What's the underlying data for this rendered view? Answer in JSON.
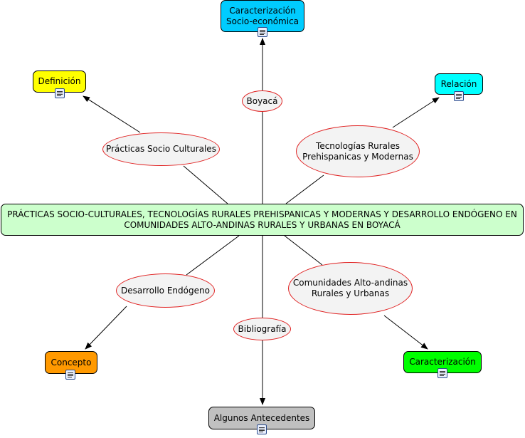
{
  "center_concept": {
    "label": "PRÁCTICAS SOCIO-CULTURALES, TECNOLOGÍAS RURALES PREHISPANICAS Y MODERNAS Y DESARROLLO ENDÓGENO EN COMUNIDADES ALTO-ANDINAS RURALES Y URBANAS EN BOYACÁ",
    "color": "#ccffcc"
  },
  "concepts": {
    "caracterizacion_socio": {
      "label": "Caracterización\nSocio-económica",
      "color": "#00ccff",
      "icon": "document-icon"
    },
    "definicion": {
      "label": "Definición",
      "color": "#ffff00",
      "icon": "document-icon"
    },
    "relacion": {
      "label": "Relación",
      "color": "#00ffff",
      "icon": "document-icon"
    },
    "concepto": {
      "label": "Concepto",
      "color": "#ff9900",
      "icon": "document-icon"
    },
    "caracterizacion": {
      "label": "Caracterización",
      "color": "#00ff00",
      "icon": "document-icon"
    },
    "antecedentes": {
      "label": "Algunos Antecedentes",
      "color": "#c0c0c0",
      "icon": "document-icon"
    }
  },
  "linking_phrases": {
    "boyaca": "Boyacá",
    "practicas": "Prácticas Socio Culturales",
    "tecnologias": "Tecnologías Rurales\nPrehispanicas y Modernas",
    "desarrollo": "Desarrollo Endógeno",
    "comunidades": "Comunidades Alto-andinas\nRurales y Urbanas",
    "bibliografia": "Bibliografía"
  }
}
